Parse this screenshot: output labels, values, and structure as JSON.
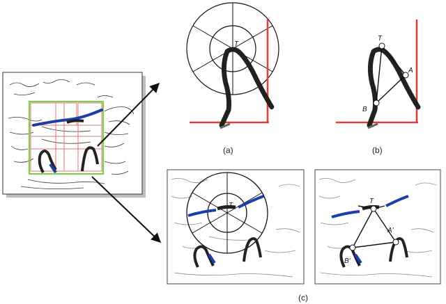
{
  "captions": {
    "a": "(a)",
    "b": "(b)",
    "c": "(c)"
  },
  "point_labels": {
    "top_a": "T",
    "top_b": "T",
    "a_b": "A",
    "b_b": "B",
    "top_c1": "T",
    "top_c2": "T",
    "a_c2": "A'",
    "b_c2": "B'"
  },
  "colors": {
    "arm": "#e53935",
    "boundary": "#7bd04a",
    "grid": "#e57373",
    "back": "#1a3fa8",
    "chain": "#222222",
    "edge_sketch": "#8a8a8a"
  },
  "icons": [
    "arrow-upper-right-icon",
    "arrow-lower-right-icon"
  ]
}
